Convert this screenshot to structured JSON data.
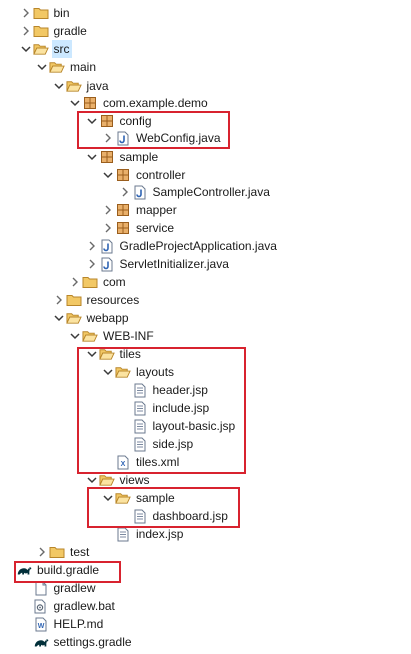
{
  "tree": {
    "items": [
      {
        "label": "bin",
        "icon": "folder-icon",
        "arrow": "collapsed"
      },
      {
        "label": "gradle",
        "icon": "folder-icon",
        "arrow": "collapsed"
      },
      {
        "label": "src",
        "icon": "folder-open-icon",
        "arrow": "expanded",
        "selected": true
      },
      {
        "label": "main",
        "icon": "folder-open-icon",
        "arrow": "expanded"
      },
      {
        "label": "java",
        "icon": "folder-open-icon",
        "arrow": "expanded"
      },
      {
        "label": "com.example.demo",
        "icon": "package-icon",
        "arrow": "expanded"
      },
      {
        "label": "config",
        "icon": "package-icon",
        "arrow": "expanded"
      },
      {
        "label": "WebConfig.java",
        "icon": "java-file-icon",
        "arrow": "collapsed"
      },
      {
        "label": "sample",
        "icon": "package-icon",
        "arrow": "expanded"
      },
      {
        "label": "controller",
        "icon": "package-icon",
        "arrow": "expanded"
      },
      {
        "label": "SampleController.java",
        "icon": "java-file-icon",
        "arrow": "collapsed"
      },
      {
        "label": "mapper",
        "icon": "package-icon",
        "arrow": "collapsed"
      },
      {
        "label": "service",
        "icon": "package-icon",
        "arrow": "collapsed"
      },
      {
        "label": "GradleProjectApplication.java",
        "icon": "java-file-icon",
        "arrow": "collapsed"
      },
      {
        "label": "ServletInitializer.java",
        "icon": "java-file-icon",
        "arrow": "collapsed"
      },
      {
        "label": "com",
        "icon": "folder-icon",
        "arrow": "collapsed"
      },
      {
        "label": "resources",
        "icon": "folder-icon",
        "arrow": "collapsed"
      },
      {
        "label": "webapp",
        "icon": "folder-open-icon",
        "arrow": "expanded"
      },
      {
        "label": "WEB-INF",
        "icon": "folder-open-icon",
        "arrow": "expanded"
      },
      {
        "label": "tiles",
        "icon": "folder-open-icon",
        "arrow": "expanded"
      },
      {
        "label": "layouts",
        "icon": "folder-open-icon",
        "arrow": "expanded"
      },
      {
        "label": "header.jsp",
        "icon": "jsp-file-icon",
        "arrow": "none"
      },
      {
        "label": "include.jsp",
        "icon": "jsp-file-icon",
        "arrow": "none"
      },
      {
        "label": "layout-basic.jsp",
        "icon": "jsp-file-icon",
        "arrow": "none"
      },
      {
        "label": "side.jsp",
        "icon": "jsp-file-icon",
        "arrow": "none"
      },
      {
        "label": "tiles.xml",
        "icon": "xml-file-icon",
        "arrow": "none"
      },
      {
        "label": "views",
        "icon": "folder-open-icon",
        "arrow": "expanded"
      },
      {
        "label": "sample",
        "icon": "folder-open-icon",
        "arrow": "expanded"
      },
      {
        "label": "dashboard.jsp",
        "icon": "jsp-file-icon",
        "arrow": "none"
      },
      {
        "label": "index.jsp",
        "icon": "jsp-file-icon",
        "arrow": "none"
      },
      {
        "label": "test",
        "icon": "folder-icon",
        "arrow": "collapsed"
      },
      {
        "label": "build.gradle",
        "icon": "gradle-icon",
        "arrow": "none"
      },
      {
        "label": "gradlew",
        "icon": "file-icon",
        "arrow": "none"
      },
      {
        "label": "gradlew.bat",
        "icon": "bat-file-icon",
        "arrow": "none"
      },
      {
        "label": "HELP.md",
        "icon": "md-file-icon",
        "arrow": "none"
      },
      {
        "label": "settings.gradle",
        "icon": "gradle-icon",
        "arrow": "none"
      }
    ]
  },
  "colors": {
    "highlight_box": "#d8232f",
    "selection": "#cce8ff",
    "folder": "#e8b84a",
    "package": "#c8862e",
    "java": "#2f64b4",
    "gradle": "#02303a"
  }
}
